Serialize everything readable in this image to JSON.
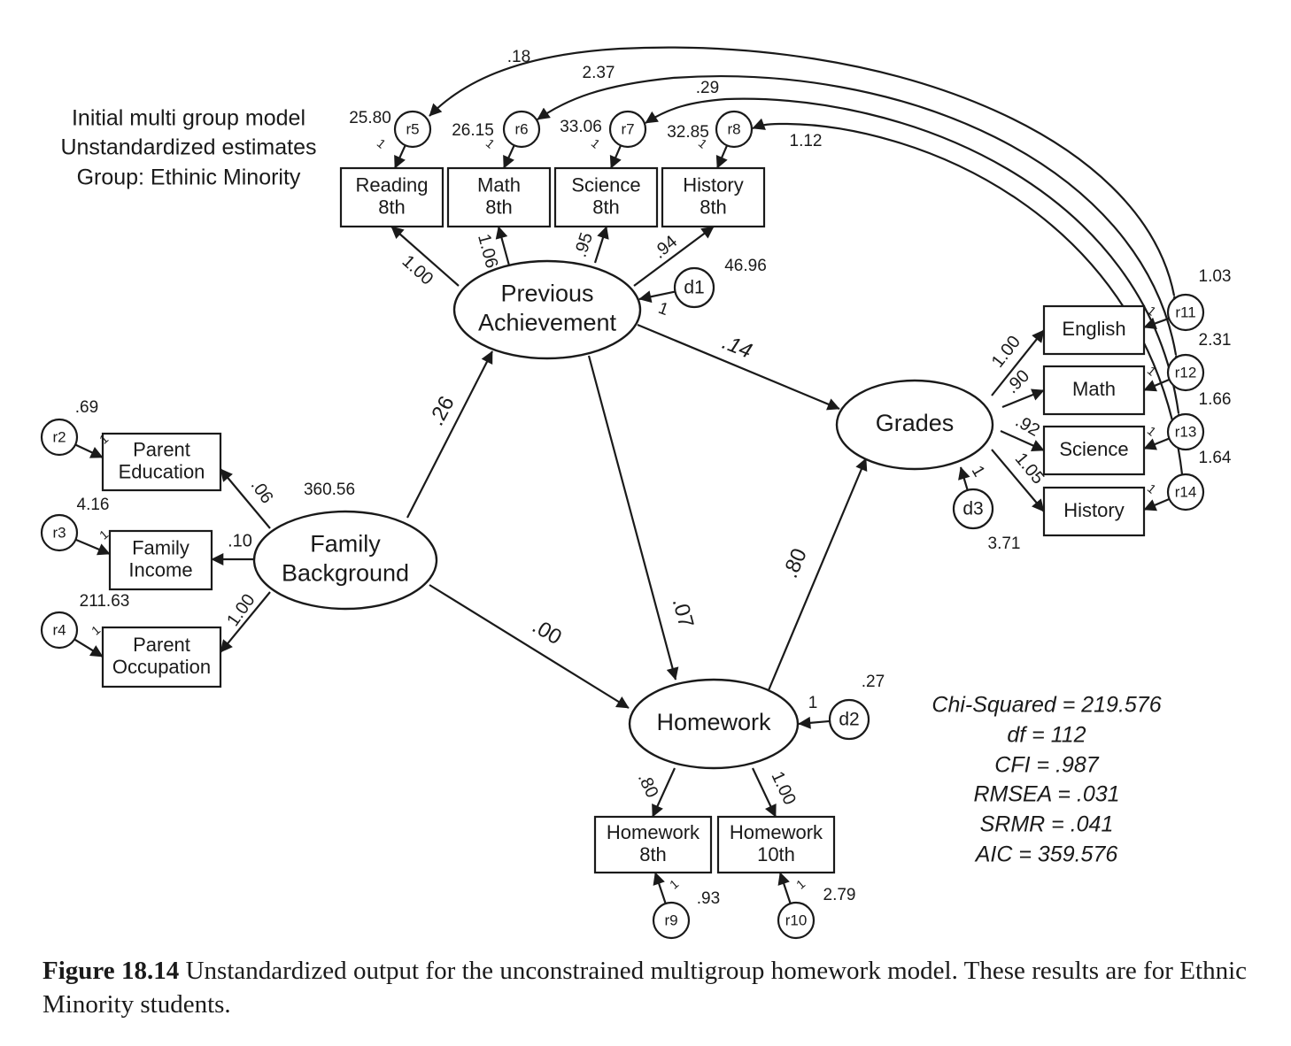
{
  "title_block": {
    "lines": [
      "Initial multi group model",
      "Unstandardized estimates",
      "Group: Ethinic Minority"
    ]
  },
  "latents": [
    {
      "id": "fb",
      "label": [
        "Family",
        "Background"
      ],
      "variance": "360.56"
    },
    {
      "id": "pa",
      "label": [
        "Previous",
        "Achievement"
      ]
    },
    {
      "id": "hw",
      "label": [
        "Homework"
      ]
    },
    {
      "id": "gr",
      "label": [
        "Grades"
      ]
    }
  ],
  "indicators": [
    {
      "id": "ped",
      "label": [
        "Parent",
        "Education"
      ],
      "latent": "fb",
      "loading": ".06",
      "error": "r2",
      "error_variance": ".69"
    },
    {
      "id": "inc",
      "label": [
        "Family",
        "Income"
      ],
      "latent": "fb",
      "loading": ".10",
      "error": "r3",
      "error_variance": "4.16"
    },
    {
      "id": "occ",
      "label": [
        "Parent",
        "Occupation"
      ],
      "latent": "fb",
      "loading": "1.00",
      "error": "r4",
      "error_variance": "211.63"
    },
    {
      "id": "rd8",
      "label": [
        "Reading",
        "8th"
      ],
      "latent": "pa",
      "loading": "1.00",
      "error": "r5",
      "error_variance": "25.80"
    },
    {
      "id": "mt8",
      "label": [
        "Math",
        "8th"
      ],
      "latent": "pa",
      "loading": "1.06",
      "error": "r6",
      "error_variance": "26.15"
    },
    {
      "id": "sc8",
      "label": [
        "Science",
        "8th"
      ],
      "latent": "pa",
      "loading": ".95",
      "error": "r7",
      "error_variance": "33.06"
    },
    {
      "id": "hi8",
      "label": [
        "History",
        "8th"
      ],
      "latent": "pa",
      "loading": ".94",
      "error": "r8",
      "error_variance": "32.85"
    },
    {
      "id": "hw8",
      "label": [
        "Homework",
        "8th"
      ],
      "latent": "hw",
      "loading": ".80",
      "error": "r9",
      "error_variance": ".93"
    },
    {
      "id": "hw10",
      "label": [
        "Homework",
        "10th"
      ],
      "latent": "hw",
      "loading": "1.00",
      "error": "r10",
      "error_variance": "2.79"
    },
    {
      "id": "eng",
      "label": [
        "English"
      ],
      "latent": "gr",
      "loading": "1.00",
      "error": "r11",
      "error_variance": "1.03"
    },
    {
      "id": "mth",
      "label": [
        "Math"
      ],
      "latent": "gr",
      "loading": ".90",
      "error": "r12",
      "error_variance": "2.31"
    },
    {
      "id": "sci",
      "label": [
        "Science"
      ],
      "latent": "gr",
      "loading": ".92",
      "error": "r13",
      "error_variance": "1.66"
    },
    {
      "id": "his",
      "label": [
        "History"
      ],
      "latent": "gr",
      "loading": "1.05",
      "error": "r14",
      "error_variance": "1.64"
    }
  ],
  "disturbances": [
    {
      "id": "d1",
      "latent": "pa",
      "variance": "46.96",
      "fixed": "1"
    },
    {
      "id": "d2",
      "latent": "hw",
      "variance": ".27",
      "fixed": "1"
    },
    {
      "id": "d3",
      "latent": "gr",
      "variance": "3.71",
      "fixed": "1"
    }
  ],
  "error_fixed_loading": "1",
  "paths": [
    {
      "from": "fb",
      "to": "pa",
      "estimate": ".26"
    },
    {
      "from": "fb",
      "to": "hw",
      "estimate": ".00"
    },
    {
      "from": "pa",
      "to": "hw",
      "estimate": ".07"
    },
    {
      "from": "pa",
      "to": "gr",
      "estimate": ".14"
    },
    {
      "from": "hw",
      "to": "gr",
      "estimate": ".80"
    }
  ],
  "covariances": [
    {
      "between": [
        "r5",
        "r11"
      ],
      "estimate": ".18"
    },
    {
      "between": [
        "r6",
        "r12"
      ],
      "estimate": "2.37"
    },
    {
      "between": [
        "r7",
        "r13"
      ],
      "estimate": ".29"
    },
    {
      "between": [
        "r8",
        "r14"
      ],
      "estimate": "1.12"
    }
  ],
  "fit_stats": [
    "Chi-Squared = 219.576",
    "df = 112",
    "CFI = .987",
    "RMSEA = .031",
    "SRMR = .041",
    "AIC = 359.576"
  ],
  "caption": {
    "label": "Figure 18.14",
    "text": " Unstandardized output for the unconstrained multigroup homework model. These results are for Ethnic Minority students."
  }
}
